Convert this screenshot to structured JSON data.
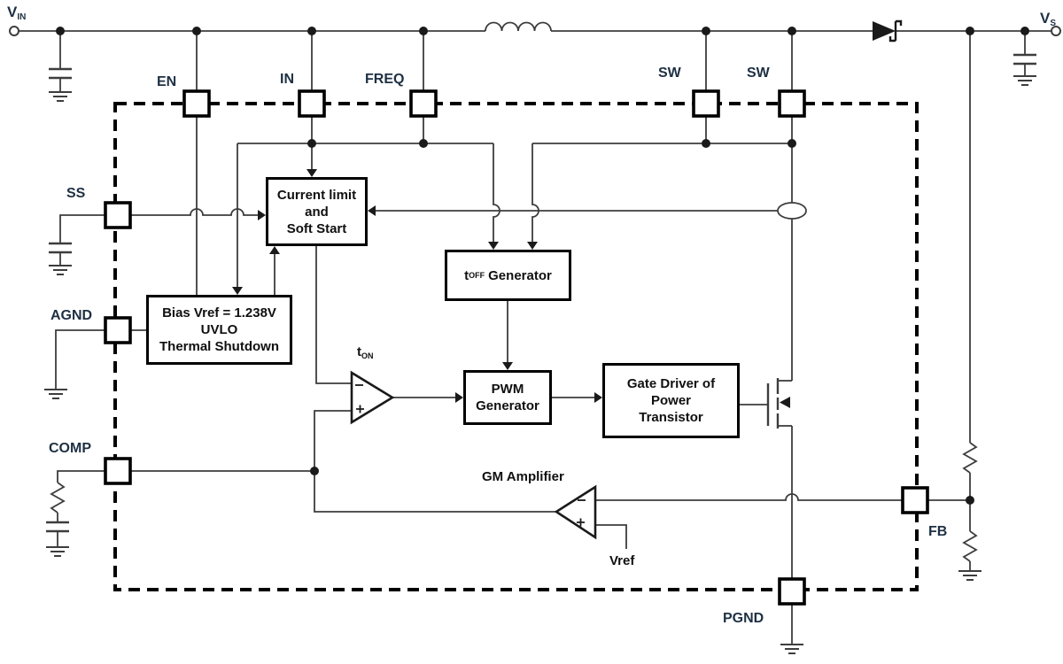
{
  "terminals": {
    "vin": {
      "base": "V",
      "sub": "IN"
    },
    "vs": {
      "base": "V",
      "sub": "S"
    }
  },
  "pins": {
    "en": "EN",
    "in": "IN",
    "freq": "FREQ",
    "sw1": "SW",
    "sw2": "SW",
    "ss": "SS",
    "agnd": "AGND",
    "comp": "COMP",
    "fb": "FB",
    "pgnd": "PGND"
  },
  "blocks": {
    "current_limit": {
      "line1": "Current limit",
      "line2": "and",
      "line3": "Soft Start"
    },
    "toff_generator": {
      "t": "t",
      "sub": "OFF",
      "rest": "Generator"
    },
    "bias": {
      "line1": "Bias Vref = 1.238V",
      "line2": "UVLO",
      "line3": "Thermal Shutdown"
    },
    "pwm": {
      "line1": "PWM",
      "line2": "Generator"
    },
    "gate_driver": {
      "line1": "Gate Driver of",
      "line2": "Power",
      "line3": "Transistor"
    }
  },
  "labels": {
    "ton": {
      "t": "t",
      "sub": "ON"
    },
    "gm_amplifier": "GM Amplifier",
    "vref": "Vref"
  },
  "colors": {
    "wire": "#3d3d3d",
    "ink": "#000000",
    "label_text": "#1e3043",
    "block_text": "#101010",
    "background": "#ffffff"
  }
}
